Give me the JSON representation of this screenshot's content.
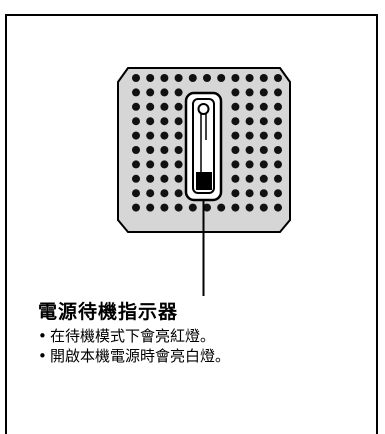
{
  "indicator": {
    "title": "電源待機指示器",
    "bullet_glyph": "•",
    "notes": [
      "在待機模式下會亮紅燈。",
      "開啟本機電源時會亮白燈。"
    ]
  },
  "colors": {
    "panel": "#d6d6d6",
    "dot": "#111111",
    "line": "#000000"
  },
  "icons": {
    "device": "speaker-grille-illustration",
    "led": "standby-led-indicator"
  }
}
